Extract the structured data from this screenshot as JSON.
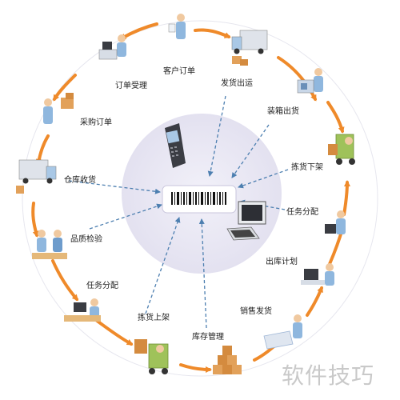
{
  "diagram": {
    "steps": [
      "客户订单",
      "发货出运",
      "装箱出货",
      "拣货下架",
      "任务分配",
      "出库计划",
      "销售发货",
      "库存管理",
      "拣货上架",
      "任务分配",
      "品质检验",
      "仓库收货",
      "采购订单",
      "订单受理"
    ]
  },
  "watermark": "软件技巧",
  "colors": {
    "flow_arrow": "#ef8a2a",
    "data_arrow": "#4d7fb0",
    "hub_fill": "#e9e7f4"
  },
  "icons": {
    "center_device": "barcode-label-icon",
    "handheld": "handheld-scanner-icon",
    "computer": "desktop-computer-icon"
  }
}
